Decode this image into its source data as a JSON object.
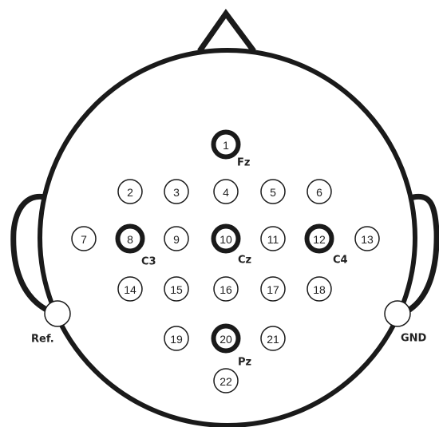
{
  "diagram": {
    "electrodes": [
      {
        "label": "1",
        "highlighted": true
      },
      {
        "label": "2",
        "highlighted": false
      },
      {
        "label": "3",
        "highlighted": false
      },
      {
        "label": "4",
        "highlighted": false
      },
      {
        "label": "5",
        "highlighted": false
      },
      {
        "label": "6",
        "highlighted": false
      },
      {
        "label": "7",
        "highlighted": false
      },
      {
        "label": "8",
        "highlighted": true
      },
      {
        "label": "9",
        "highlighted": false
      },
      {
        "label": "10",
        "highlighted": true
      },
      {
        "label": "11",
        "highlighted": false
      },
      {
        "label": "12",
        "highlighted": true
      },
      {
        "label": "13",
        "highlighted": false
      },
      {
        "label": "14",
        "highlighted": false
      },
      {
        "label": "15",
        "highlighted": false
      },
      {
        "label": "16",
        "highlighted": false
      },
      {
        "label": "17",
        "highlighted": false
      },
      {
        "label": "18",
        "highlighted": false
      },
      {
        "label": "19",
        "highlighted": false
      },
      {
        "label": "20",
        "highlighted": true
      },
      {
        "label": "21",
        "highlighted": false
      },
      {
        "label": "22",
        "highlighted": false
      }
    ],
    "site_labels": {
      "fz": "Fz",
      "c3": "C3",
      "cz": "Cz",
      "c4": "C4",
      "pz": "Pz"
    },
    "reference_label": "Ref.",
    "ground_label": "GND",
    "colors": {
      "stroke": "#1a1a1a",
      "background": "#ffffff"
    }
  }
}
